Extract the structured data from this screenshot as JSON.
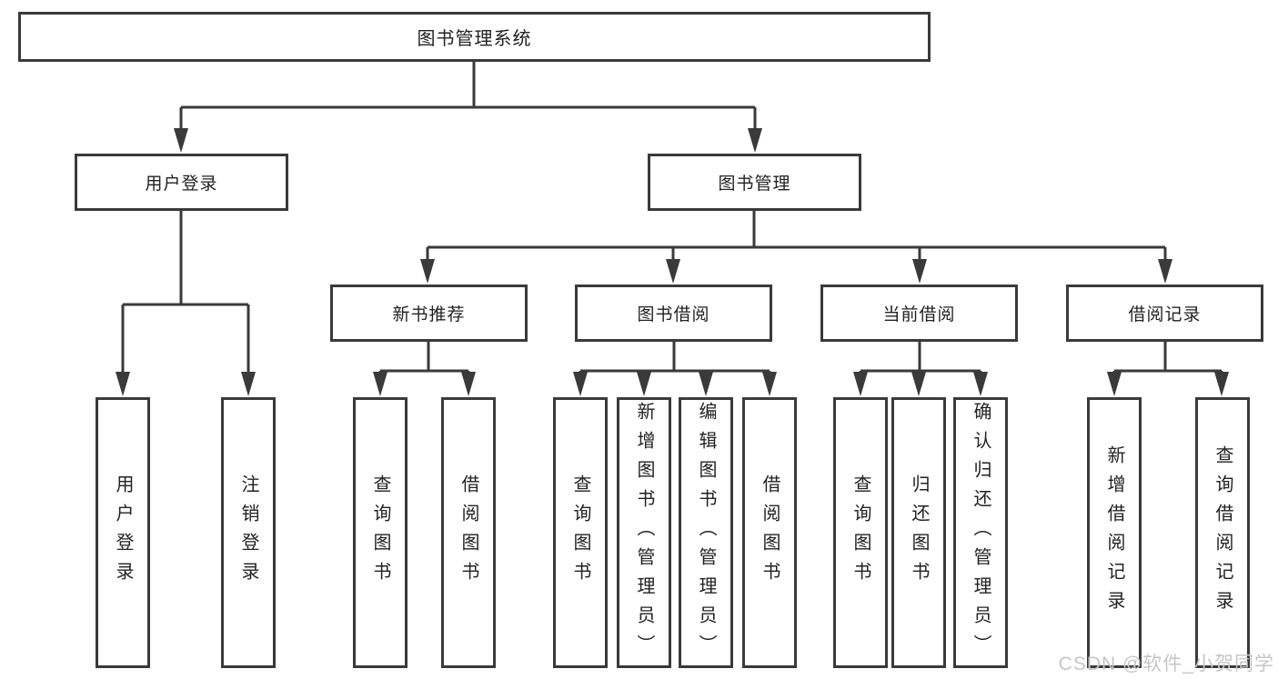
{
  "diagram": {
    "type": "hierarchy-tree",
    "root": {
      "label": "图书管理系统"
    },
    "level2": [
      {
        "id": "user-login",
        "label": "用户登录",
        "parent": "root"
      },
      {
        "id": "book-management",
        "label": "图书管理",
        "parent": "root"
      }
    ],
    "level3": [
      {
        "id": "new-book-recommend",
        "label": "新书推荐",
        "parent": "book-management"
      },
      {
        "id": "book-borrowing",
        "label": "图书借阅",
        "parent": "book-management"
      },
      {
        "id": "current-borrowing",
        "label": "当前借阅",
        "parent": "book-management"
      },
      {
        "id": "borrowing-records",
        "label": "借阅记录",
        "parent": "book-management"
      }
    ],
    "leaves": [
      {
        "id": "leaf-user-login",
        "label": "用户登录",
        "parent": "user-login"
      },
      {
        "id": "leaf-logout",
        "label": "注销登录",
        "parent": "user-login"
      },
      {
        "id": "leaf-query-books-1",
        "label": "查询图书",
        "parent": "new-book-recommend"
      },
      {
        "id": "leaf-borrow-books-1",
        "label": "借阅图书",
        "parent": "new-book-recommend"
      },
      {
        "id": "leaf-query-books-2",
        "label": "查询图书",
        "parent": "book-borrowing"
      },
      {
        "id": "leaf-add-book-admin",
        "label": "新增图书（管理员）",
        "parent": "book-borrowing"
      },
      {
        "id": "leaf-edit-book-admin",
        "label": "编辑图书（管理员）",
        "parent": "book-borrowing"
      },
      {
        "id": "leaf-borrow-books-2",
        "label": "借阅图书",
        "parent": "book-borrowing"
      },
      {
        "id": "leaf-query-books-3",
        "label": "查询图书",
        "parent": "current-borrowing"
      },
      {
        "id": "leaf-return-book",
        "label": "归还图书",
        "parent": "current-borrowing"
      },
      {
        "id": "leaf-confirm-return-admin",
        "label": "确认归还（管理员）",
        "parent": "current-borrowing"
      },
      {
        "id": "leaf-add-borrow-record",
        "label": "新增借阅记录",
        "parent": "borrowing-records"
      },
      {
        "id": "leaf-query-borrow-record",
        "label": "查询借阅记录",
        "parent": "borrowing-records"
      }
    ]
  },
  "watermark": {
    "text": "CSDN @软件_小贺同学"
  },
  "colors": {
    "line": "#3a3a3a",
    "box_border": "#3a3a3a",
    "box_fill": "#ffffff",
    "text": "#222222",
    "watermark": "#c6c6c6",
    "background": "#ffffff"
  }
}
